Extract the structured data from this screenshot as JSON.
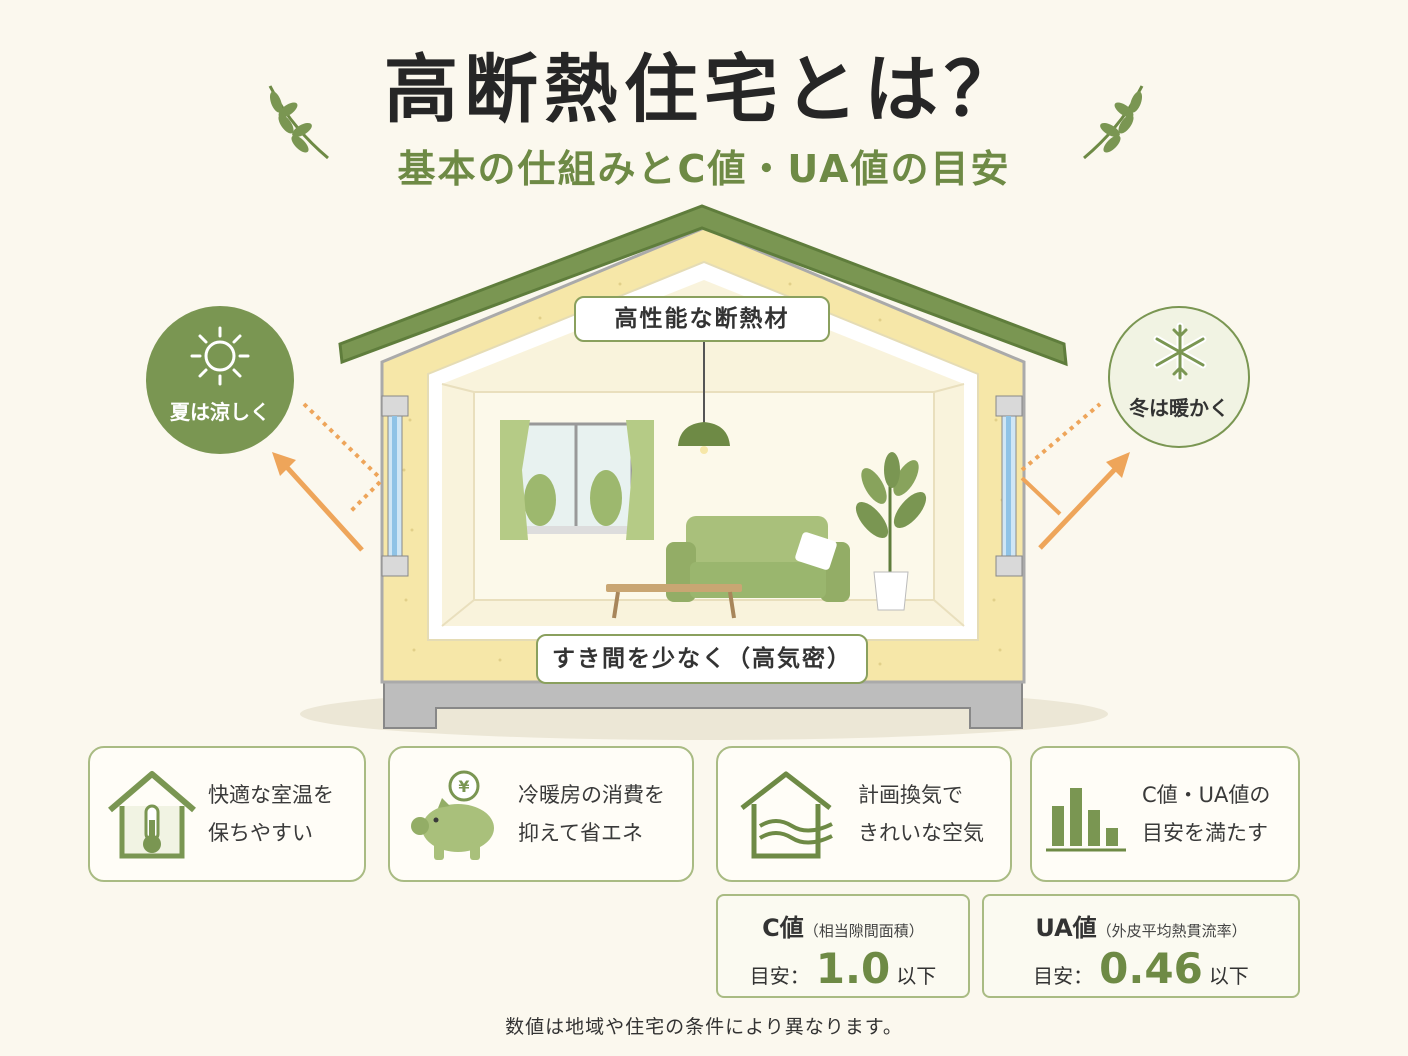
{
  "title": "高断熱住宅とは？",
  "subtitle": "基本の仕組みとC値・UA値の目安",
  "labels": {
    "insulation": "高性能な断熱材",
    "airtight": "すき間を少なく（高気密）"
  },
  "badges": {
    "summer": "夏は涼しく",
    "winter": "冬は暖かく"
  },
  "cards": [
    {
      "line1": "快適な室温を",
      "line2": "保ちやすい",
      "icon": "house-thermometer-icon"
    },
    {
      "line1": "冷暖房の消費を",
      "line2": "抑えて省エネ",
      "icon": "piggy-bank-yen-icon"
    },
    {
      "line1": "計画換気で",
      "line2": "きれいな空気",
      "icon": "house-ventilation-icon"
    },
    {
      "line1": "C値・UA値の",
      "line2": "目安を満たす",
      "icon": "bar-chart-icon"
    }
  ],
  "c_value": {
    "name": "C値",
    "desc": "（相当隙間面積）",
    "prefix": "目安：",
    "value": "1.0",
    "suffix": "以下"
  },
  "ua_value": {
    "name": "UA値",
    "desc": "（外皮平均熱貫流率）",
    "prefix": "目安：",
    "value": "0.46",
    "suffix": "以下"
  },
  "footnote": "数値は地域や住宅の条件により異なります。",
  "colors": {
    "background": "#fbf8ee",
    "green": "#7a9652",
    "dark_green": "#5f7d3c",
    "insulation": "#f6e7a8",
    "arrow": "#eea55a",
    "glass": "#8fc3e6"
  }
}
